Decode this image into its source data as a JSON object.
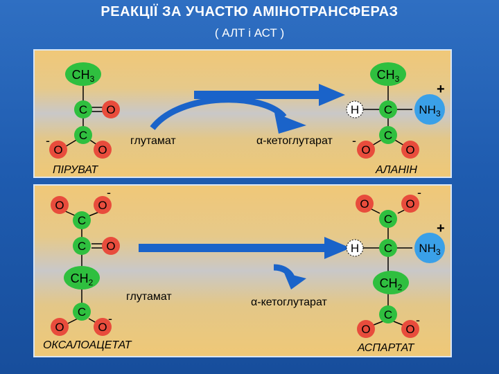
{
  "title": "РЕАКЦІЇ ЗА УЧАСТЮ АМІНОТРАНСФЕРАЗ",
  "subtitle": "( АЛТ і АСТ )",
  "colors": {
    "carbon": "#2fbf3f",
    "oxygen": "#e84c3c",
    "methyl": "#2fbf3f",
    "amine": "#3aa0e8",
    "hydrogen": "#ffffff",
    "arrow": "#1a63c9"
  },
  "reaction1": {
    "left_compound": "ПІРУВАТ",
    "right_compound": "АЛАНІН",
    "reagent_left": "глутамат",
    "reagent_right": "α-кетоглутарат",
    "atoms": {
      "ch3": "CH",
      "ch3_sub": "3",
      "c": "C",
      "o": "O",
      "h": "H",
      "nh3": "NH",
      "nh3_sub": "3",
      "minus": "-",
      "plus": "+"
    }
  },
  "reaction2": {
    "left_compound": "ОКСАЛОАЦЕТАТ",
    "right_compound": "АСПАРТАТ",
    "reagent_left": "глутамат",
    "reagent_right": "α-кетоглутарат",
    "atoms": {
      "ch2": "CH",
      "ch2_sub": "2",
      "c": "C",
      "o": "O",
      "h": "H",
      "nh3": "NH",
      "nh3_sub": "3",
      "minus": "-",
      "plus": "+"
    }
  }
}
